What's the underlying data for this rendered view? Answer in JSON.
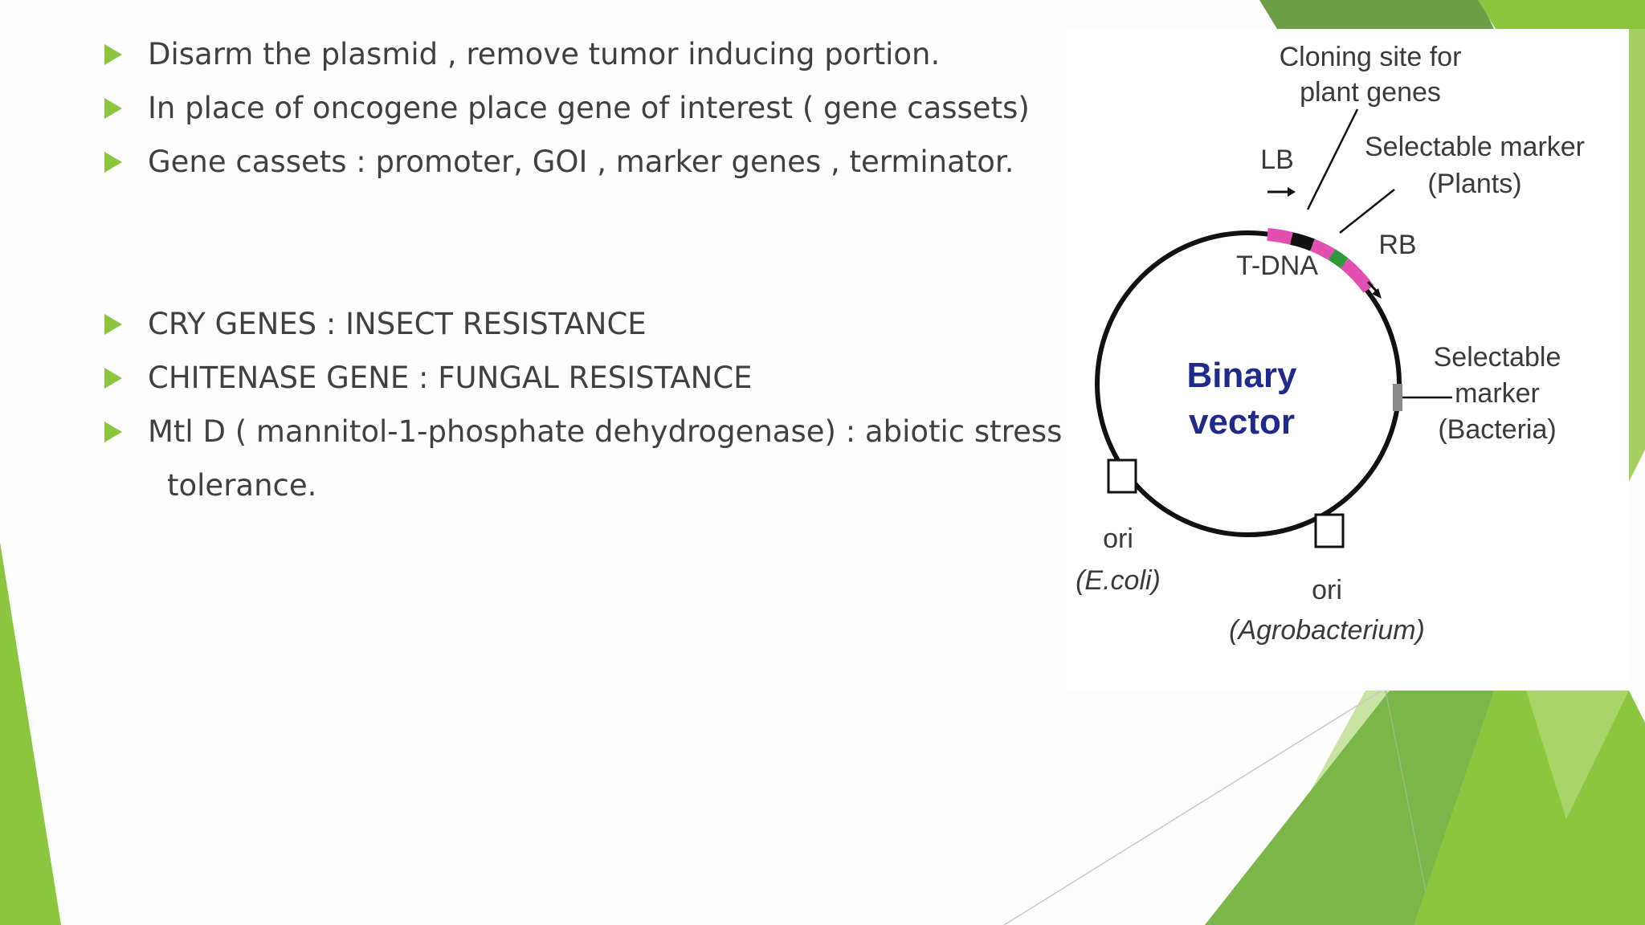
{
  "bullets": [
    "Disarm the plasmid , remove tumor inducing portion.",
    "In place of oncogene place gene of interest ( gene cassets)",
    "Gene cassets : promoter, GOI , marker genes , terminator.",
    "CRY GENES : INSECT RESISTANCE",
    "CHITENASE GENE : FUNGAL RESISTANCE",
    "Mtl D ( mannitol-1-phosphate dehydrogenase) : abiotic stress"
  ],
  "bullet_continuation": "tolerance.",
  "diagram": {
    "cloning_site_line1": "Cloning site for",
    "cloning_site_line2": "plant genes",
    "lb": "LB",
    "rb": "RB",
    "selectable_marker_plants_line1": "Selectable marker",
    "selectable_marker_plants_line2": "(Plants)",
    "tdna": "T-DNA",
    "title_line1": "Binary",
    "title_line2": "vector",
    "selectable_marker_bacteria_line1": "Selectable",
    "selectable_marker_bacteria_line2": "marker",
    "selectable_marker_bacteria_line3": "(Bacteria)",
    "ori_ecoli_line1": "ori",
    "ori_ecoli_line2": "(E.coli)",
    "ori_agro_line1": "ori",
    "ori_agro_line2": "(Agrobacterium)"
  },
  "colors": {
    "accent_green": "#8cc63f",
    "dark_green": "#6a9e3c",
    "border_pink": "#e24fb0",
    "marker_green": "#2f9a3a",
    "title_blue": "#1f2a8a"
  }
}
